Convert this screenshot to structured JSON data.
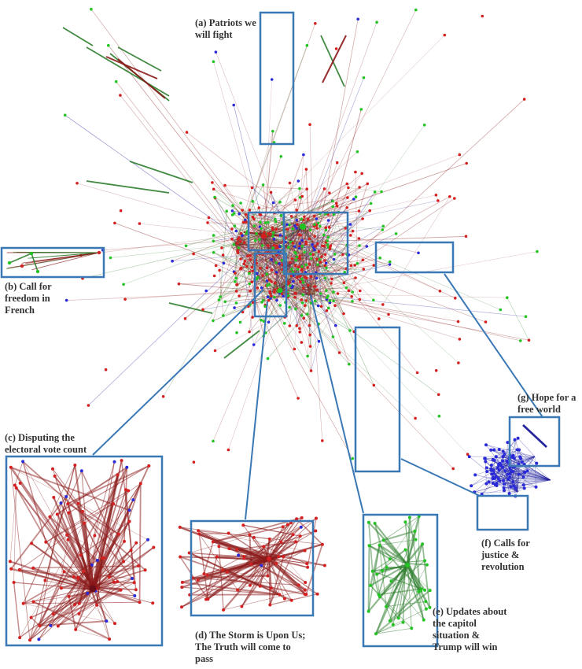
{
  "colors": {
    "red_node": "#d42020",
    "green_node": "#22c422",
    "blue_node": "#2a2ad8",
    "red_edge": "#8b1a1a",
    "green_edge": "#2e7d2e",
    "blue_edge": "#1a1a9a",
    "box_stroke": "#3a78b5"
  },
  "annotations": [
    {
      "id": "a",
      "lines": [
        "(a) Patriots we",
        "will fight"
      ]
    },
    {
      "id": "b",
      "lines": [
        "(b) Call for",
        "freedom in",
        "French"
      ]
    },
    {
      "id": "c",
      "lines": [
        "(c) Disputing  the",
        "electoral vote count"
      ]
    },
    {
      "id": "d",
      "lines": [
        "(d) The Storm is Upon Us;",
        "The Truth  will come to",
        "pass"
      ]
    },
    {
      "id": "e",
      "lines": [
        "(e) Updates about",
        "the capitol",
        "situation &",
        "Trump will win"
      ]
    },
    {
      "id": "f",
      "lines": [
        "(f) Calls for",
        "justice &",
        "revolution"
      ]
    },
    {
      "id": "g",
      "lines": [
        "(g) Hope for a",
        "free world"
      ]
    }
  ]
}
